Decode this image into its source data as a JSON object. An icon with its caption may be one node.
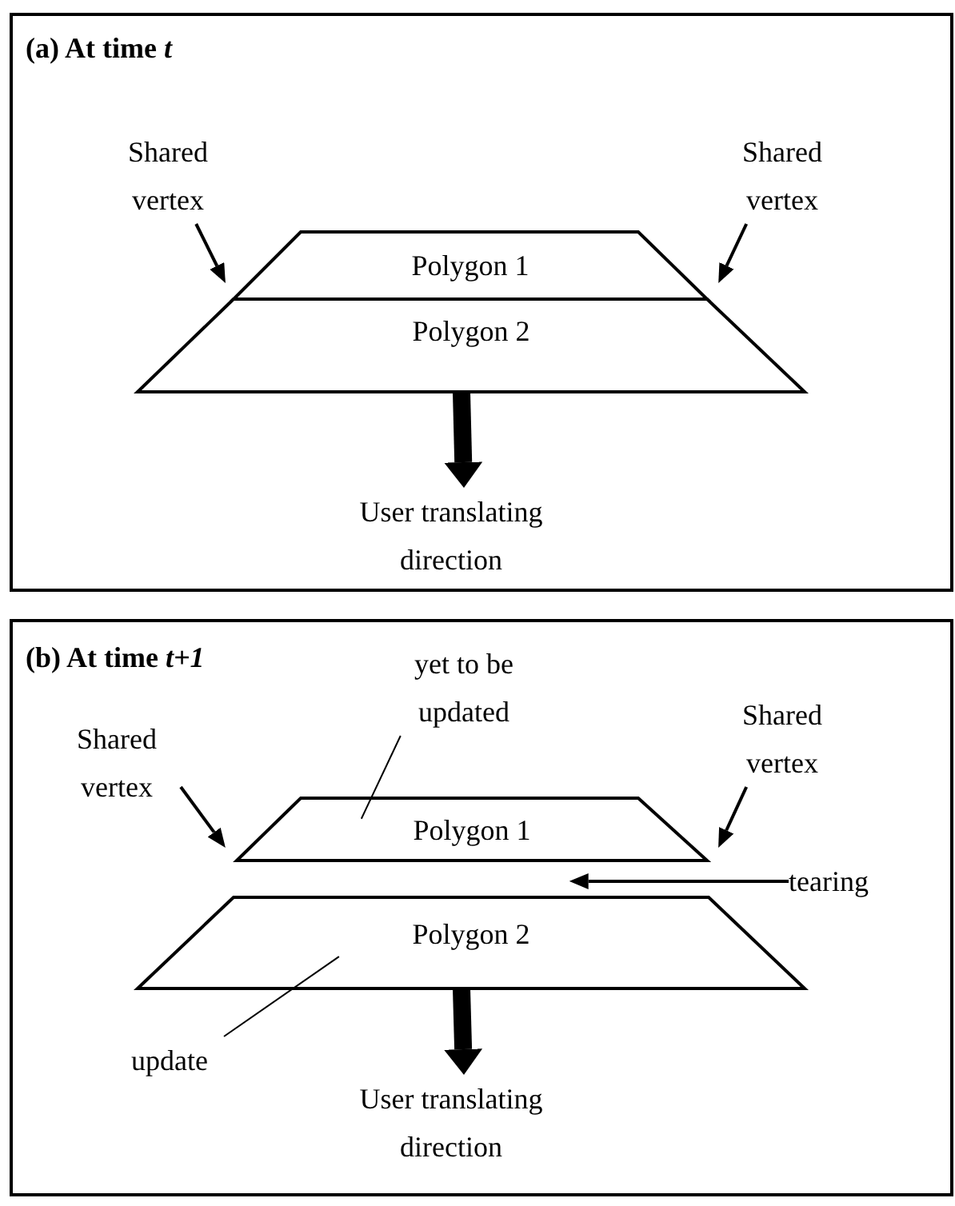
{
  "diagram": {
    "nodes": [
      {
        "text": [
          "(a) At time *t*"
        ]
      },
      {
        "text": [
          "Shared vertex"
        ],
        "in": 0
      },
      {
        "text": [
          "Shared vertex"
        ],
        "in": 0
      },
      {
        "text": [
          "Polygon 1"
        ],
        "in": 0
      },
      {
        "text": [
          "Polygon 2"
        ],
        "in": 0
      },
      {
        "text": [
          "User translating direction"
        ],
        "in": 0
      },
      {
        "text": [
          "(b) At time *t+1*"
        ]
      },
      {
        "text": [
          "yet to be updated"
        ],
        "in": 6
      },
      {
        "text": [
          "Shared vertex"
        ],
        "in": 6
      },
      {
        "text": [
          "Shared vertex"
        ],
        "in": 6
      },
      {
        "text": [
          "Polygon 1"
        ],
        "in": 6
      },
      {
        "text": [
          "Polygon 2"
        ],
        "in": 6
      },
      {
        "text": [
          "tearing"
        ],
        "in": 6
      },
      {
        "text": [
          "update"
        ],
        "in": 6
      },
      {
        "text": [
          "User translating direction"
        ],
        "in": 6
      }
    ],
    "edges": [
      {
        "from": 1,
        "to": 3,
        "arrow": "to"
      },
      {
        "from": 2,
        "to": 3,
        "arrow": "to"
      },
      {
        "from": 4,
        "to": 5,
        "arrow": "to",
        "style": "thick"
      },
      {
        "from": 8,
        "to": 10,
        "arrow": "to"
      },
      {
        "from": 9,
        "to": 10,
        "arrow": "to"
      },
      {
        "from": 12,
        "to": 10,
        "arrow": "to"
      },
      {
        "from": 7,
        "to": 10,
        "arrow": "none"
      },
      {
        "from": 13,
        "to": 11,
        "arrow": "none"
      },
      {
        "from": 11,
        "to": 14,
        "arrow": "to",
        "style": "thick"
      }
    ]
  }
}
